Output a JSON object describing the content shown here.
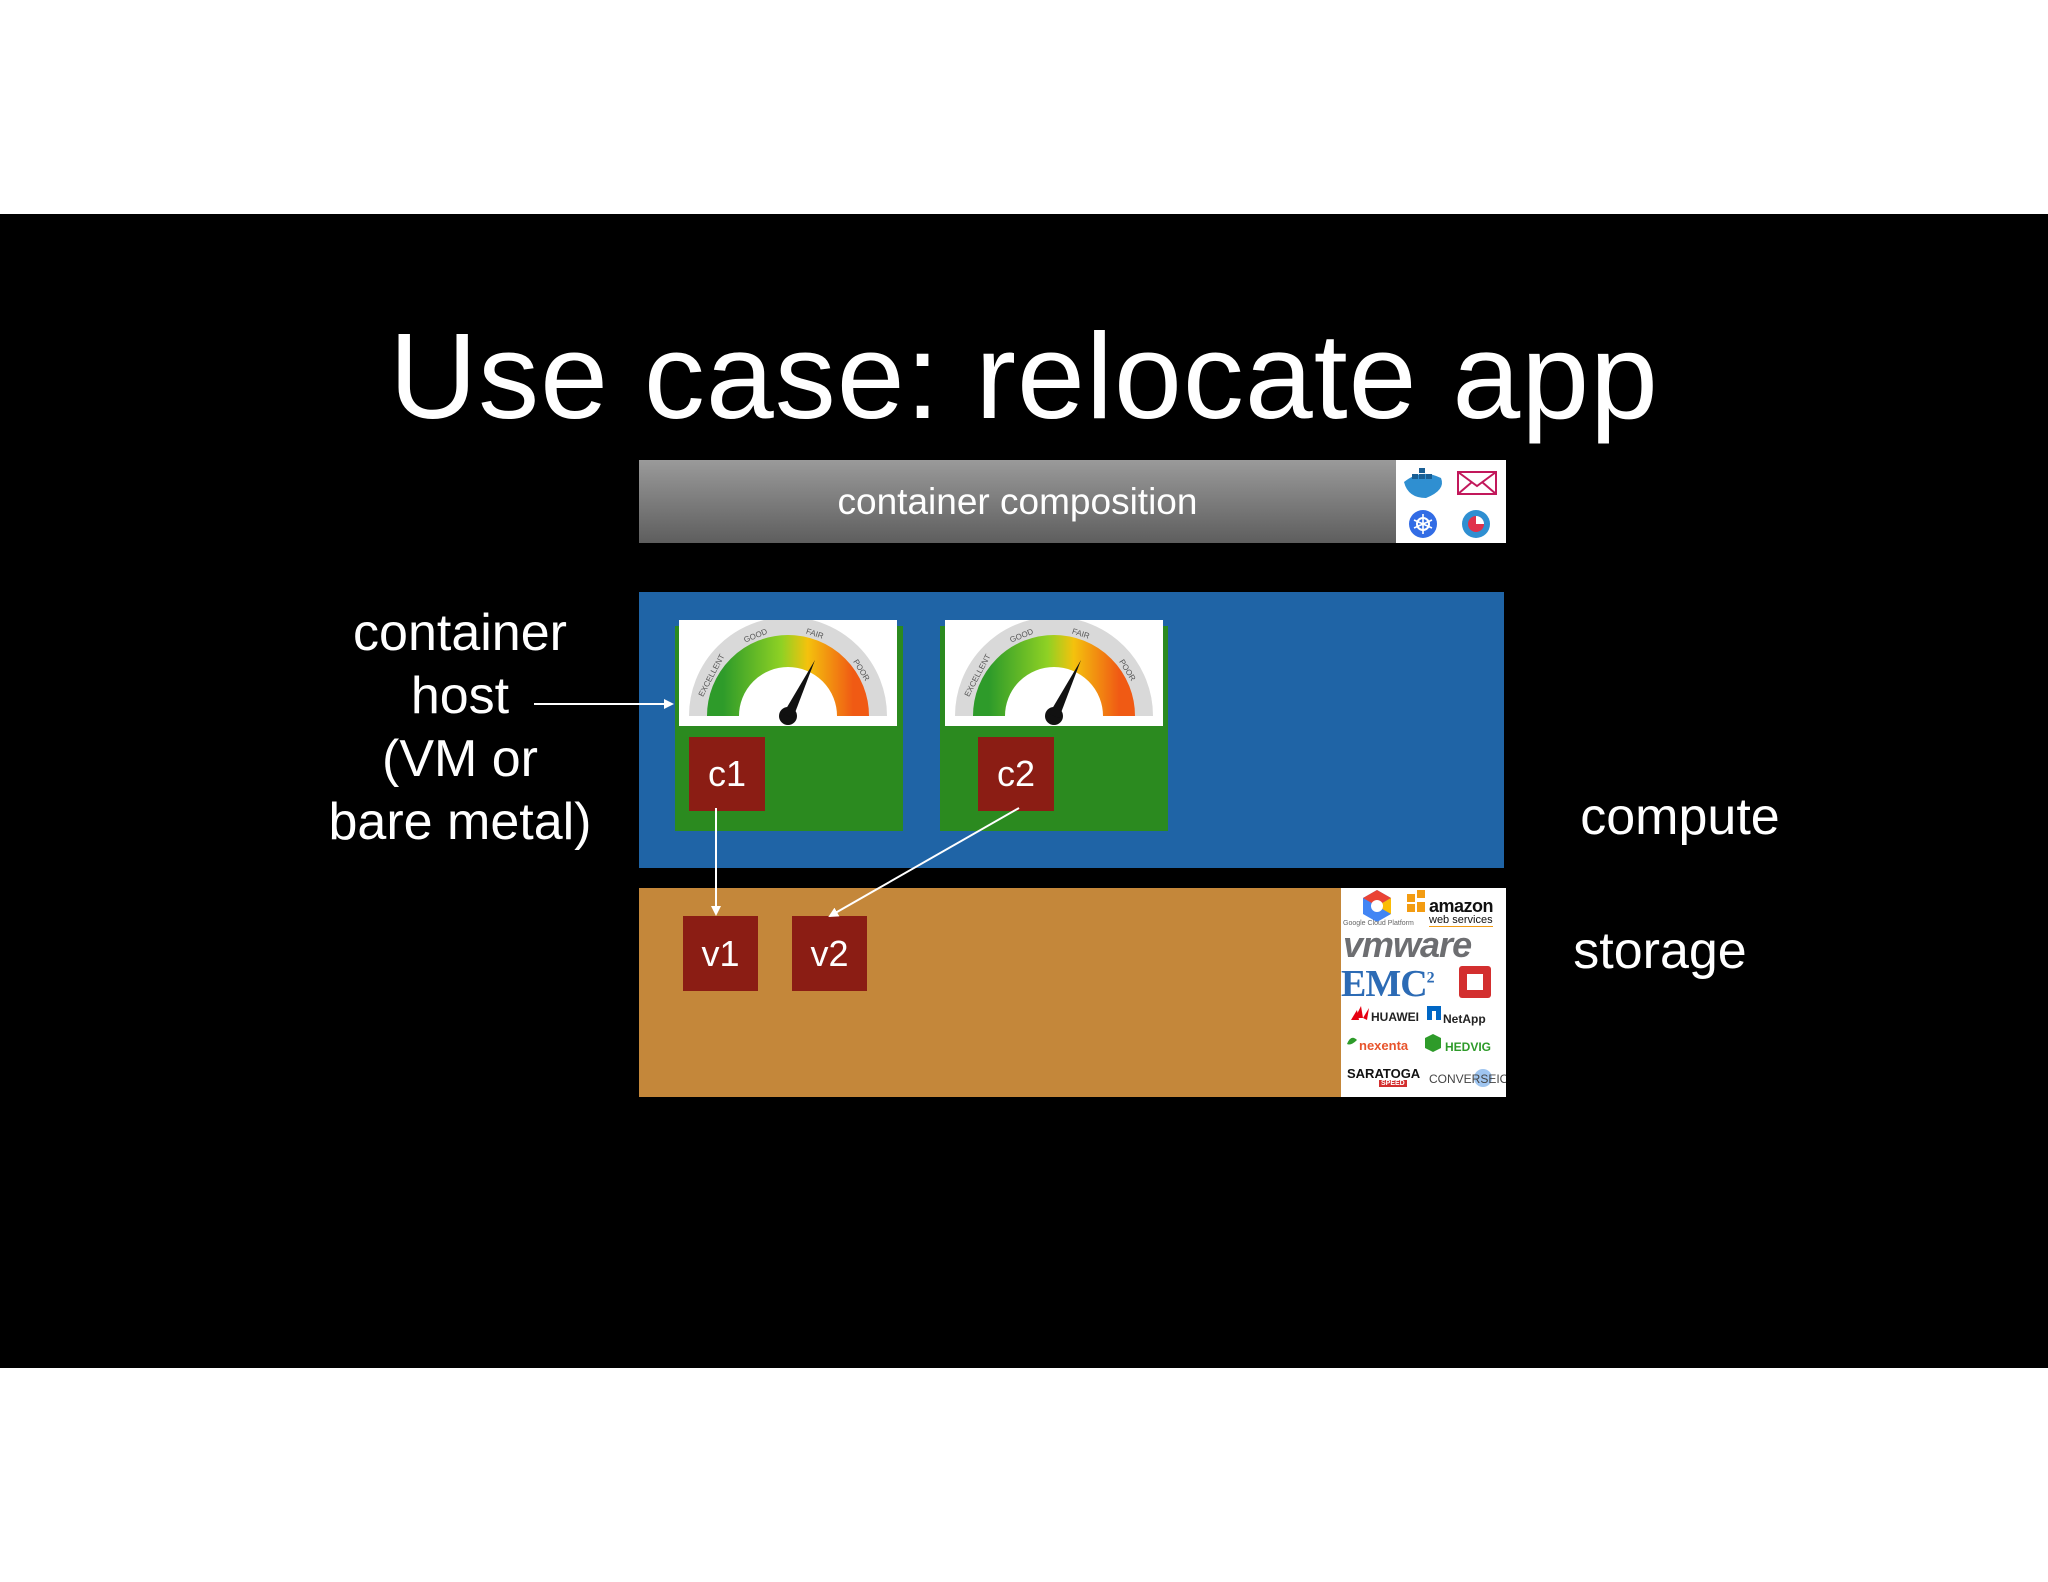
{
  "slide": {
    "title": "Use case: relocate app",
    "composition_label": "container composition",
    "host_label_lines": [
      "container",
      "host",
      "(VM or",
      "bare metal)"
    ],
    "compute_label": "compute",
    "storage_label": "storage",
    "containers": [
      {
        "label": "c1"
      },
      {
        "label": "c2"
      }
    ],
    "volumes": [
      {
        "label": "v1"
      },
      {
        "label": "v2"
      }
    ],
    "gauge_labels": [
      "EXCELLENT",
      "GOOD",
      "FAIR",
      "POOR"
    ],
    "storage_vendor_logos": {
      "google": "Google Cloud Platform",
      "amazon": "amazon",
      "amazon_sub": "web services",
      "vmware": "vmware",
      "emc": "EMC",
      "emc_sup": "2",
      "huawei": "HUAWEI",
      "netapp": "NetApp",
      "nexenta": "nexenta",
      "hedvig": "HEDVIG",
      "saratoga": "SARATOGA",
      "saratoga_sub": "SPEED",
      "converseio": "CONVERSEIO"
    },
    "orchestrator_icons": [
      "docker-swarm-icon",
      "mesos-icon",
      "kubernetes-icon",
      "nomad-icon"
    ],
    "colors": {
      "background": "#000000",
      "compute": "#1f64a6",
      "storage": "#c4873a",
      "container": "#2b8a1f",
      "box": "#8b1d14"
    }
  }
}
